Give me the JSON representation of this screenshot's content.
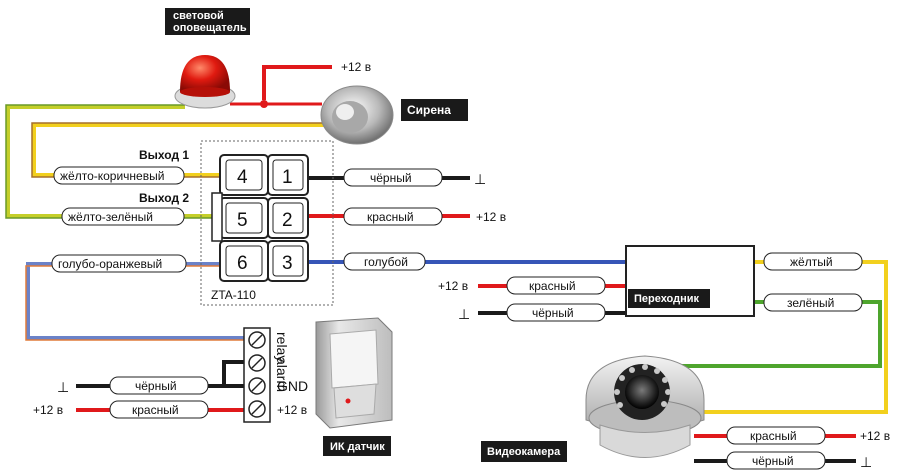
{
  "colors": {
    "red": "#e0191b",
    "black": "#1a1a1a",
    "blue": "#3655b7",
    "yellow": "#f2d01e",
    "green": "#4ea52d",
    "yellow_green": "#b8c72c",
    "yellow_brown": "#c9a54a",
    "blue_orange": "#7f6fae",
    "badge": "#1a1a1a"
  },
  "badges": {
    "light_alarm": [
      "световой",
      "оповещатель"
    ],
    "siren": "Сирена",
    "converter": "Переходник",
    "ir_sensor": "ИК датчик",
    "camera": "Видеокамера"
  },
  "siren_power": "+12 в",
  "module": {
    "name": "ZTA-110",
    "output1": "Выход 1",
    "output2": "Выход 2",
    "pins": [
      "4",
      "1",
      "5",
      "2",
      "6",
      "3"
    ]
  },
  "wires_left": {
    "pin4": "жёлто-коричневый",
    "pin5": "жёлто-зелёный",
    "pin6": "голубо-оранжевый"
  },
  "wires_right": {
    "pin1": "чёрный",
    "pin1_end": "⊥",
    "pin2": "красный",
    "pin2_end": "+12 в",
    "pin3": "голубой"
  },
  "converter_in": {
    "red": "красный",
    "red_end": "+12 в",
    "black": "чёрный",
    "black_end": "⊥"
  },
  "converter_out": {
    "yellow": "жёлтый",
    "green": "зелёный"
  },
  "sensor": {
    "terminals": [
      "relay",
      "alarm",
      "GND",
      "+12 в"
    ],
    "black": "чёрный",
    "black_end": "⊥",
    "red": "красный",
    "red_end": "+12 в"
  },
  "camera_wires": {
    "red": "красный",
    "red_end": "+12 в",
    "black": "чёрный",
    "black_end": "⊥"
  }
}
